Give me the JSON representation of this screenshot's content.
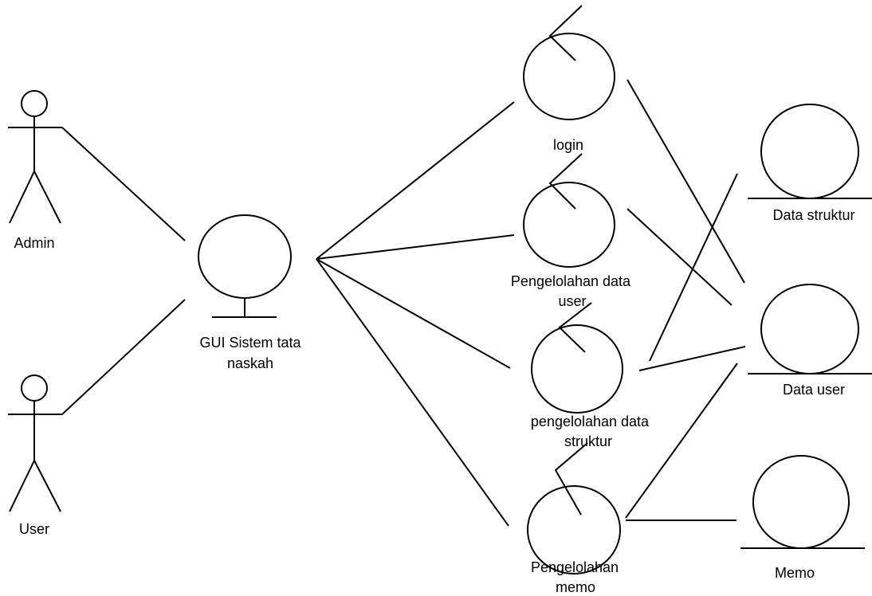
{
  "actors": [
    {
      "id": "admin",
      "label": "Admin"
    },
    {
      "id": "user",
      "label": "User"
    }
  ],
  "boundary": {
    "label_line1": "GUI Sistem tata",
    "label_line2": "naskah"
  },
  "controls": [
    {
      "id": "login",
      "label_line1": "login",
      "label_line2": ""
    },
    {
      "id": "pengelolahan-data-user",
      "label_line1": "Pengelolahan data",
      "label_line2": "user"
    },
    {
      "id": "pengelolahan-data-struktur",
      "label_line1": "pengelolahan data",
      "label_line2": "struktur"
    },
    {
      "id": "pengelolahan-memo",
      "label_line1": "Pengelolahan",
      "label_line2": "memo"
    }
  ],
  "entities": [
    {
      "id": "data-struktur",
      "label": "Data struktur"
    },
    {
      "id": "data-user",
      "label": "Data user"
    },
    {
      "id": "memo",
      "label": "Memo"
    }
  ],
  "colors": {
    "stroke": "#000000",
    "background": "#ffffff"
  }
}
